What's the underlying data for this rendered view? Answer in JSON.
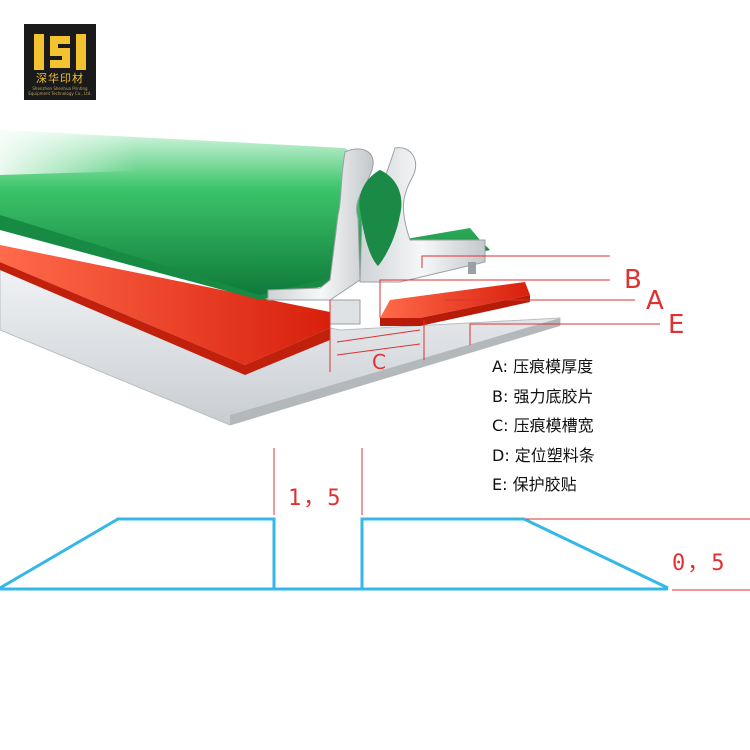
{
  "logo": {
    "icon": "shenhua-s-logo-icon",
    "name": "深华印材",
    "subtitle": "Shenzhen Shenhua Printing Equipment Technology Co., Ltd."
  },
  "callouts": {
    "b": "B",
    "a": "A",
    "e": "E",
    "c": "C"
  },
  "legend": [
    {
      "key": "A",
      "text": "A: 压痕模厚度"
    },
    {
      "key": "B",
      "text": "B: 强力底胶片"
    },
    {
      "key": "C",
      "text": "C: 压痕模槽宽"
    },
    {
      "key": "D",
      "text": "D: 定位塑料条"
    },
    {
      "key": "E",
      "text": "E: 保护胶贴"
    }
  ],
  "dimensions": {
    "groove_width": "1，5",
    "height": "0，5"
  },
  "colors": {
    "green": "#1f9b4c",
    "red": "#e8361f",
    "profile_blue": "#35b8e6",
    "dimension_red": "#e03030",
    "logo_yellow": "#f2c230"
  }
}
